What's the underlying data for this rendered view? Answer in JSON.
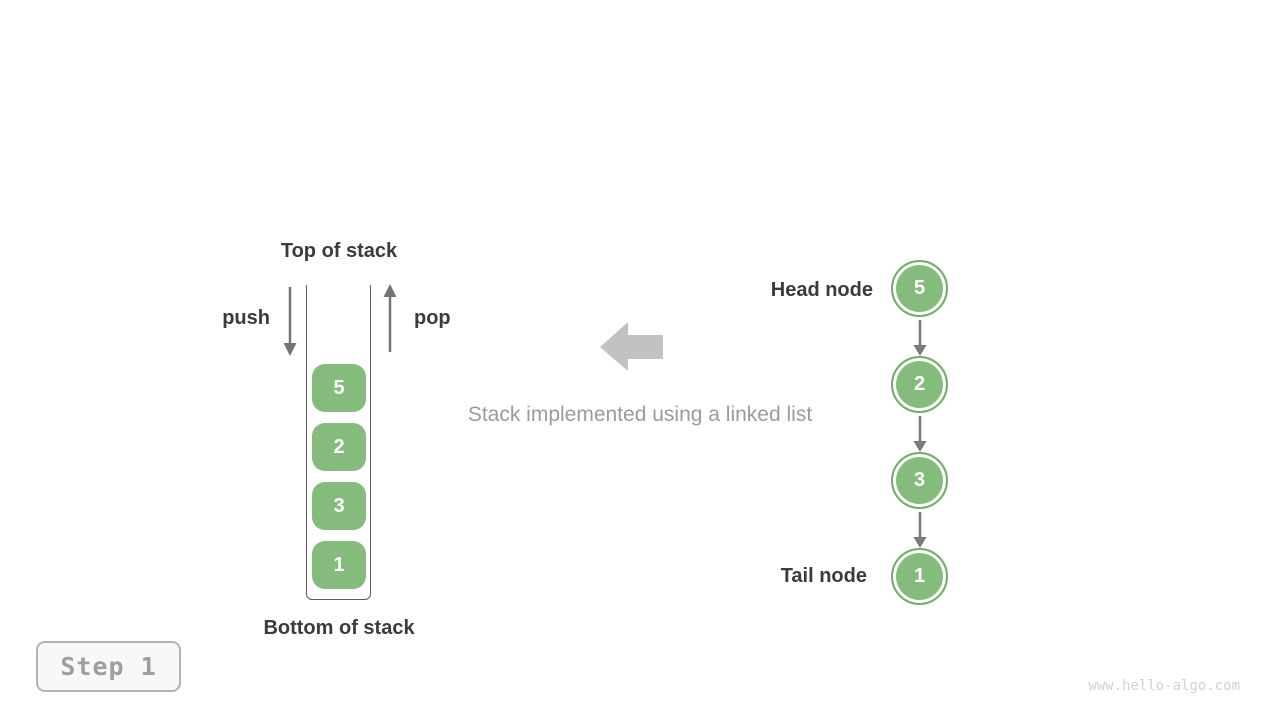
{
  "stack": {
    "top_label": "Top of stack",
    "bottom_label": "Bottom of stack",
    "push_label": "push",
    "pop_label": "pop",
    "items": [
      "5",
      "2",
      "3",
      "1"
    ]
  },
  "caption": {
    "text": "Stack implemented using a linked list"
  },
  "linked_list": {
    "head_label": "Head node",
    "tail_label": "Tail node",
    "nodes": [
      "5",
      "2",
      "3",
      "1"
    ]
  },
  "step_badge": {
    "label": "Step 1"
  },
  "watermark": {
    "text": "www.hello-algo.com"
  },
  "icons": {
    "push_arrow": "arrow-down-icon",
    "pop_arrow": "arrow-up-icon",
    "direction_arrow": "block-arrow-left-icon",
    "link_arrow": "arrow-down-icon"
  },
  "colors": {
    "node_green_fill": "#85bb7d",
    "node_green_border": "#6fb163",
    "dark_text": "#3b3b3b",
    "gray_text": "#9b9b9b",
    "block_arrow_gray": "#c2c2c2",
    "line_gray": "#757575",
    "container_border": "#5f5f5f",
    "badge_border": "#b3b3b3",
    "badge_bg": "#f8f8f8",
    "watermark_gray": "#d0d0d0"
  }
}
